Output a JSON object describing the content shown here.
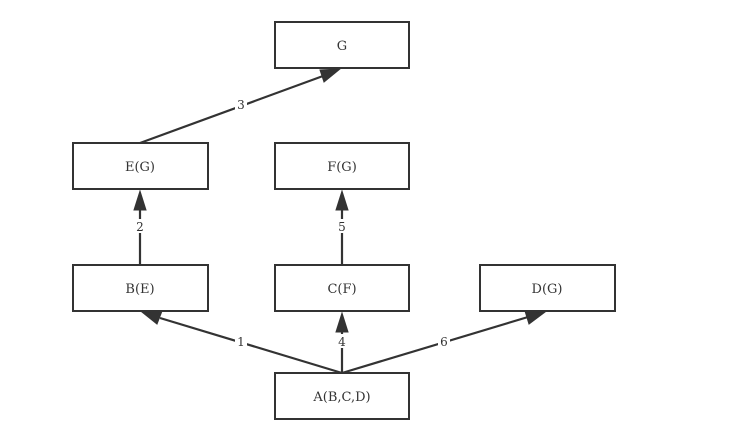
{
  "nodes": {
    "g": "G",
    "e": "E(G)",
    "f": "F(G)",
    "b": "B(E)",
    "c": "C(F)",
    "d": "D(G)",
    "a": "A(B,C,D)"
  },
  "edges": {
    "a_b": "1",
    "b_e": "2",
    "e_g": "3",
    "a_c": "4",
    "c_f": "5",
    "a_d": "6"
  },
  "colors": {
    "stroke": "#333333",
    "background": "#ffffff"
  }
}
